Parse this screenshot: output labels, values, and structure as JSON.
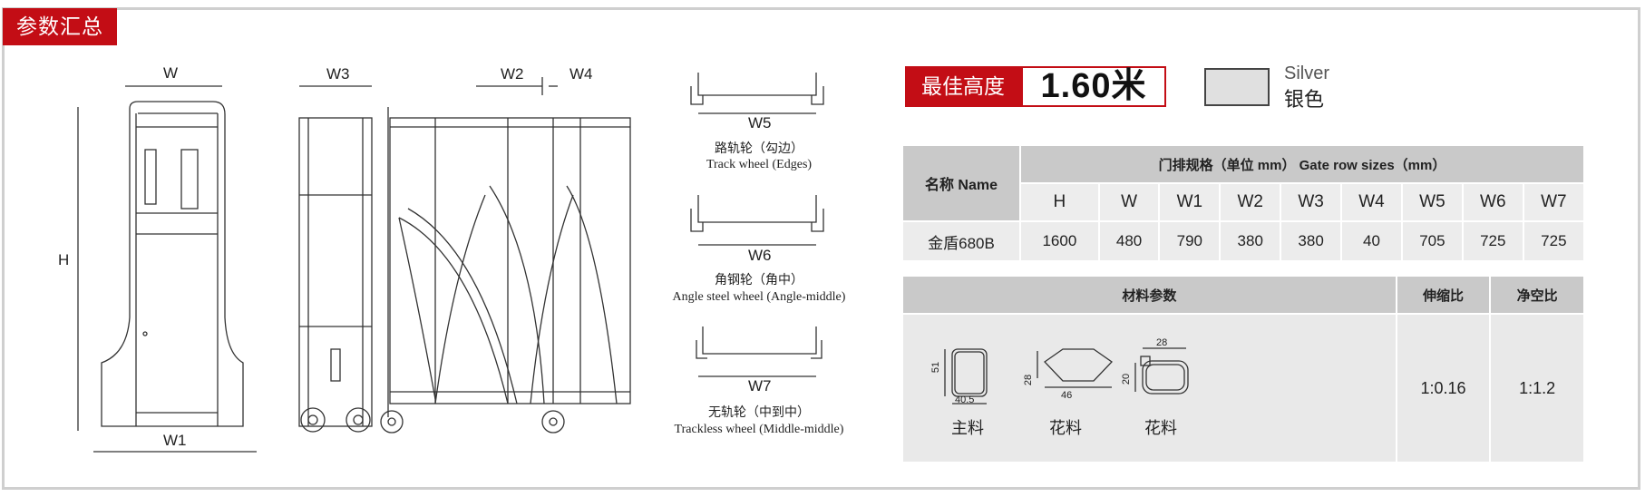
{
  "section_title": "参数汇总",
  "gate_drawing": {
    "labels": {
      "w": "W",
      "h": "H",
      "w1": "W1",
      "w2": "W2",
      "w3": "W3",
      "w4": "W4"
    }
  },
  "wheels": [
    {
      "label": "W5",
      "cn": "路轨轮（勾边）",
      "en": "Track wheel (Edges)"
    },
    {
      "label": "W6",
      "cn": "角钢轮（角中）",
      "en": "Angle steel wheel (Angle-middle)"
    },
    {
      "label": "W7",
      "cn": "无轨轮（中到中）",
      "en": "Trackless wheel (Middle-middle)"
    }
  ],
  "height_badge": {
    "label": "最佳高度",
    "value": "1.60米"
  },
  "color_swatch": {
    "name_en": "Silver",
    "name_cn": "银色",
    "hex": "#e0e0e0"
  },
  "spec_table": {
    "name_header": "名称 Name",
    "group_header": "门排规格（单位 mm） Gate row sizes（mm）",
    "columns": [
      "H",
      "W",
      "W1",
      "W2",
      "W3",
      "W4",
      "W5",
      "W6",
      "W7"
    ],
    "row": {
      "name": "金盾680B",
      "values": [
        "1600",
        "480",
        "790",
        "380",
        "380",
        "40",
        "705",
        "725",
        "725"
      ]
    }
  },
  "material_table": {
    "headers": [
      "材料参数",
      "伸缩比",
      "净空比"
    ],
    "telescopic_ratio": "1:0.16",
    "clearance_ratio": "1:1.2",
    "profiles": [
      {
        "caption": "主料",
        "dims": [
          "51",
          "40.5"
        ]
      },
      {
        "caption": "花料",
        "dims": [
          "28",
          "46"
        ]
      },
      {
        "caption": "花料",
        "dims": [
          "28",
          "20"
        ]
      }
    ]
  },
  "colors": {
    "brand_red": "#c30d15",
    "header_gray": "#c9c9c9",
    "cell_gray": "#ececec"
  }
}
